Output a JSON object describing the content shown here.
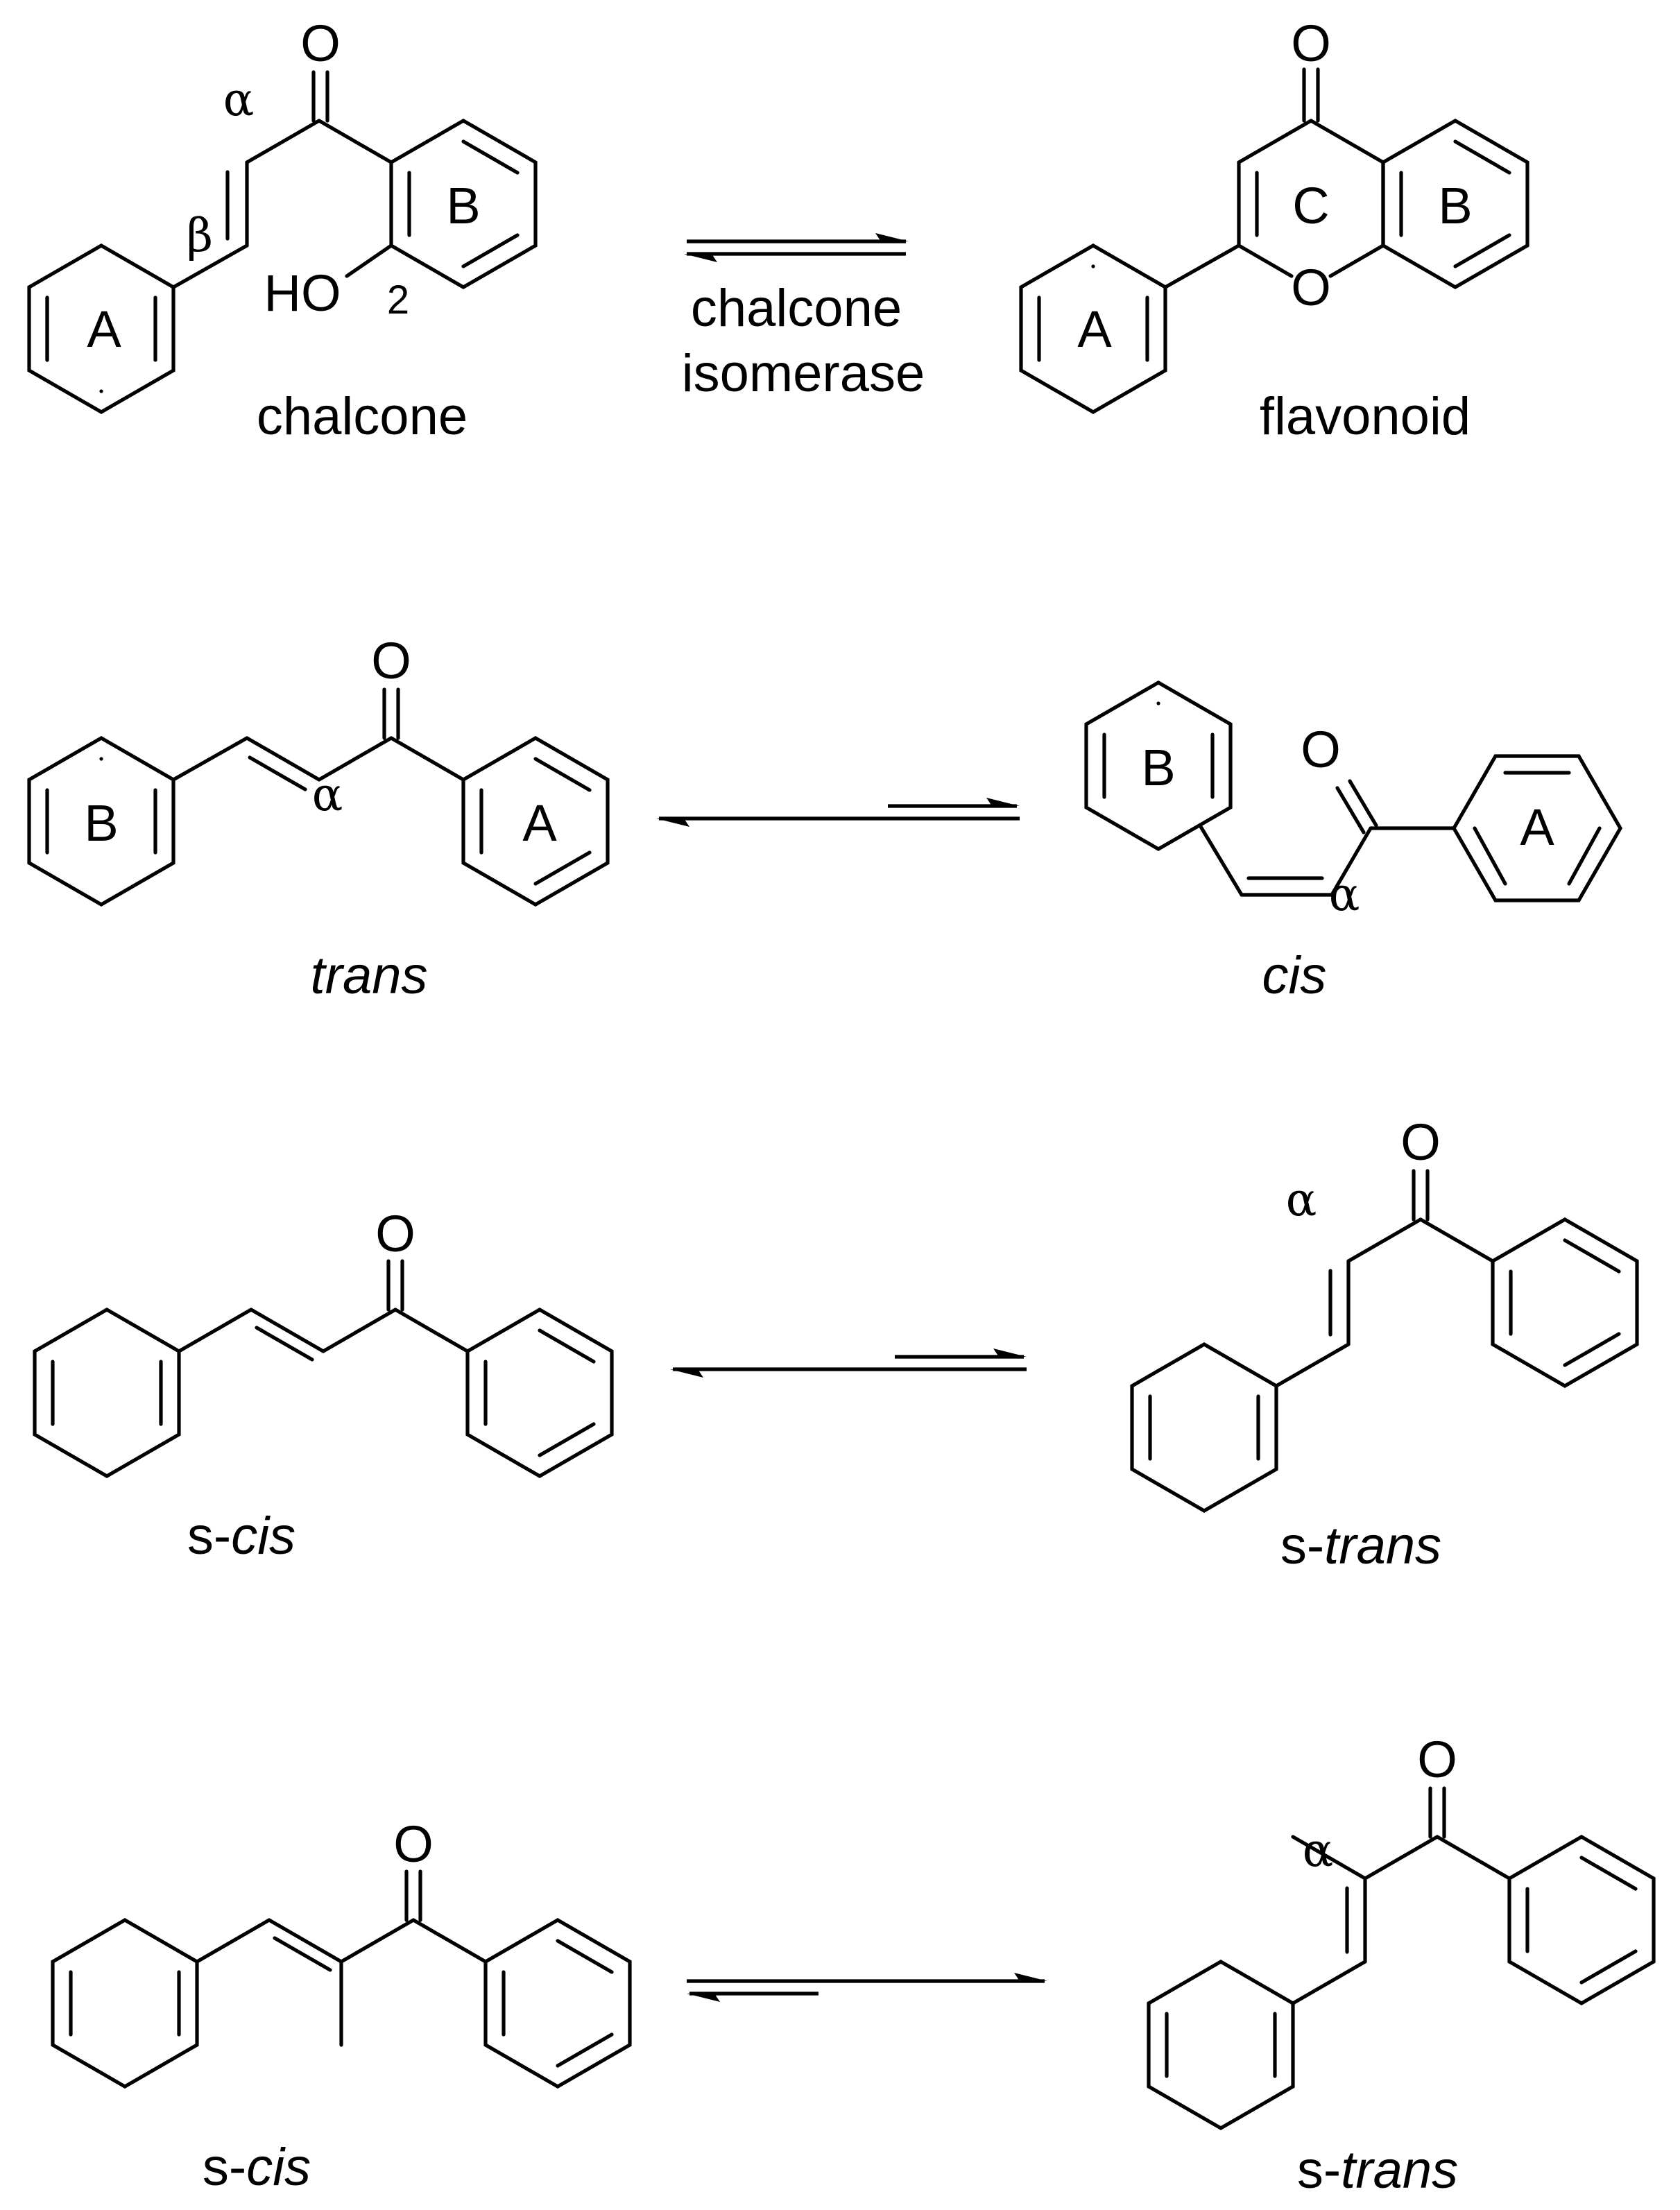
{
  "labels": {
    "oxygen": "O",
    "hydroxyl": "HO",
    "position_2": "2",
    "alpha": "α",
    "beta": "β",
    "ring_a": "A",
    "ring_b": "B",
    "ring_c": "C"
  },
  "reaction_1": {
    "left_name": "chalcone",
    "right_name": "flavonoid",
    "enzyme_line1": "chalcone",
    "enzyme_line2": "isomerase"
  },
  "reaction_2": {
    "left_name": "trans",
    "right_name": "cis"
  },
  "reaction_3": {
    "left_prefix": "s-",
    "left_italic": "cis",
    "right_prefix": "s-",
    "right_italic": "trans"
  },
  "reaction_4": {
    "left_prefix": "s-",
    "left_italic": "cis",
    "right_prefix": "s-",
    "right_italic": "trans"
  }
}
